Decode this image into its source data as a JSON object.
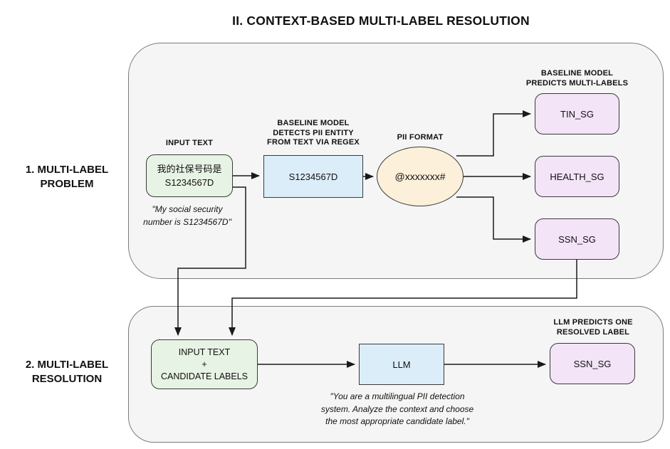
{
  "title": "II. CONTEXT-BASED MULTI-LABEL RESOLUTION",
  "problem": {
    "side_label": "1. MULTI-LABEL PROBLEM",
    "input_header": "INPUT TEXT",
    "input_box_text": "我的社保号码是\nS1234567D",
    "input_caption": "\"My social security\nnumber is S1234567D\"",
    "baseline_header": "BASELINE MODEL\nDETECTS PII ENTITY\nFROM TEXT VIA REGEX",
    "entity_box_text": "S1234567D",
    "pii_format_header": "PII FORMAT",
    "pii_format_text": "@xxxxxxx#",
    "multilabel_header": "BASELINE MODEL\nPREDICTS MULTI-LABELS",
    "labels": [
      "TIN_SG",
      "HEALTH_SG",
      "SSN_SG"
    ]
  },
  "resolution": {
    "side_label": "2. MULTI-LABEL RESOLUTION",
    "input_box_text": "INPUT TEXT\n+\nCANDIDATE LABELS",
    "llm_box_text": "LLM",
    "prompt_caption": "\"You are a multilingual PII detection\nsystem. Analyze the context and choose\nthe most appropriate candidate label.\"",
    "output_header": "LLM PREDICTS ONE\nRESOLVED LABEL",
    "resolved_box_text": "SSN_SG"
  },
  "colors": {
    "container_fill": "#f5f5f5",
    "green_fill": "#e7f3e4",
    "blue_fill": "#dcedfa",
    "peach_fill": "#fcf0da",
    "lavender_fill": "#f3e4f8",
    "line": "#1a1a1a"
  }
}
